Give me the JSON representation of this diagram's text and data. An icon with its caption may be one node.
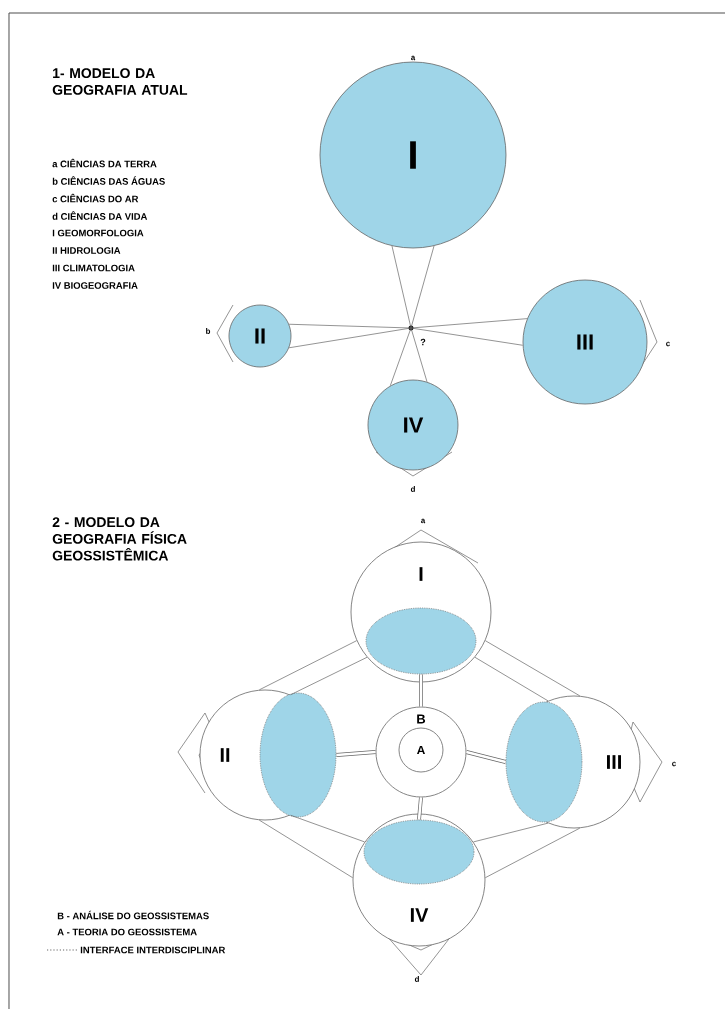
{
  "diagram": {
    "nodes": [
      {
        "text": [
          "I"
        ]
      },
      {
        "text": [
          "II"
        ]
      },
      {
        "text": [
          "III"
        ]
      },
      {
        "text": [
          "IV"
        ]
      },
      {
        "text": [],
        "shape": "circle",
        "beside": [
          "?"
        ]
      },
      {
        "text": [
          "I"
        ]
      },
      {
        "text": [],
        "shape": "ellipse",
        "in": 5
      },
      {
        "text": [
          "II"
        ]
      },
      {
        "text": [],
        "shape": "ellipse",
        "in": 7
      },
      {
        "text": [
          "B"
        ]
      },
      {
        "text": [
          "A"
        ],
        "in": 9
      },
      {
        "text": [
          "III"
        ]
      },
      {
        "text": [],
        "shape": "ellipse",
        "in": 11
      },
      {
        "text": [
          "IV"
        ]
      },
      {
        "text": [],
        "shape": "ellipse",
        "in": 13
      }
    ],
    "edges": [
      {
        "from": 0,
        "to": 4,
        "arrow": "none"
      },
      {
        "from": 0,
        "to": 4,
        "arrow": "none"
      },
      {
        "from": 1,
        "to": 4,
        "arrow": "none"
      },
      {
        "from": 1,
        "to": 4,
        "arrow": "none"
      },
      {
        "from": 2,
        "to": 4,
        "arrow": "none"
      },
      {
        "from": 2,
        "to": 4,
        "arrow": "none"
      },
      {
        "from": 3,
        "to": 4,
        "arrow": "none"
      },
      {
        "from": 3,
        "to": 4,
        "arrow": "none"
      },
      {
        "from": 5,
        "to": 7,
        "arrow": "none"
      },
      {
        "from": 5,
        "to": 7,
        "arrow": "none"
      },
      {
        "from": 5,
        "to": 11,
        "arrow": "none"
      },
      {
        "from": 5,
        "to": 11,
        "arrow": "none"
      },
      {
        "from": 6,
        "to": 9,
        "arrow": "none",
        "style": "thick"
      },
      {
        "from": 8,
        "to": 9,
        "arrow": "none",
        "style": "thick"
      },
      {
        "from": 12,
        "to": 9,
        "arrow": "none",
        "style": "thick"
      },
      {
        "from": 14,
        "to": 9,
        "arrow": "none",
        "style": "thick"
      },
      {
        "from": 7,
        "to": 13,
        "arrow": "none"
      },
      {
        "from": 7,
        "to": 13,
        "arrow": "none"
      },
      {
        "from": 11,
        "to": 13,
        "arrow": "none"
      },
      {
        "from": 11,
        "to": 13,
        "arrow": "none"
      }
    ],
    "labels": [
      "1- MODELO DA GEOGRAFIA ATUAL",
      "a",
      "a CIÊNCIAS DA TERRA",
      "b CIÊNCIAS DAS ÁGUAS",
      "c CIÊNCIAS DO AR",
      "d CIÊNCIAS DA VIDA",
      "I GEOMORFOLOGIA",
      "II HIDROLOGIA",
      "III CLIMATOLOGIA",
      "IV BIOGEOGRAFIA",
      "b",
      "c",
      "d",
      "2 - MODELO DA GEOGRAFIA FÍSICA GEOSSISTÊMICA",
      "a",
      "c",
      "B - ANÁLISE DO GEOSSISTEMAS",
      "A - TEORIA DO GEOSSISTEMA",
      "d"
    ],
    "legend": [
      {
        "text": "INTERFACE INTERDISCIPLINAR"
      }
    ]
  }
}
